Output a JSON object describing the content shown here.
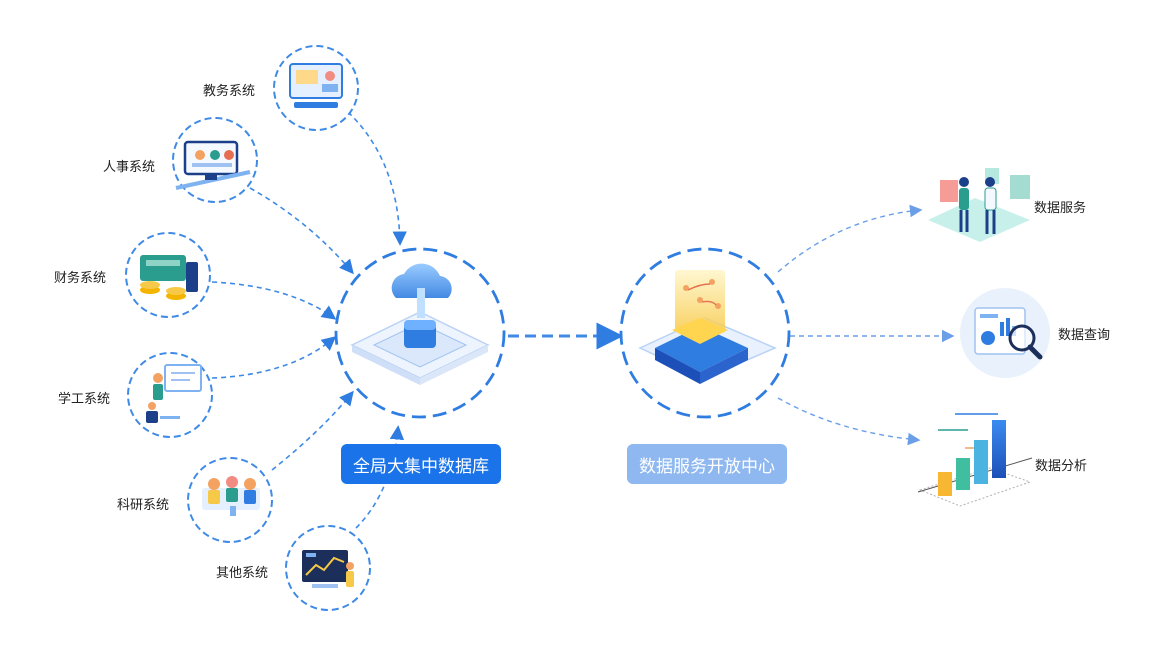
{
  "sources": [
    {
      "label": "教务系统",
      "icon": "classroom-screen-icon"
    },
    {
      "label": "人事系统",
      "icon": "personnel-monitor-icon"
    },
    {
      "label": "财务系统",
      "icon": "finance-coins-icon"
    },
    {
      "label": "学工系统",
      "icon": "student-affairs-board-icon"
    },
    {
      "label": "科研系统",
      "icon": "research-lab-icon"
    },
    {
      "label": "其他系统",
      "icon": "dashboard-presenter-icon"
    }
  ],
  "hub": {
    "label": "全局大集中数据库",
    "icon": "cloud-database-icon",
    "color": "#1a73e8"
  },
  "center": {
    "label": "数据服务开放中心",
    "icon": "data-service-cube-icon",
    "color": "#8fb8f0"
  },
  "outputs": [
    {
      "label": "数据服务",
      "icon": "data-service-people-icon"
    },
    {
      "label": "数据查询",
      "icon": "data-query-magnifier-icon"
    },
    {
      "label": "数据分析",
      "icon": "data-analysis-bars-icon"
    }
  ],
  "colors": {
    "accent": "#2f7de1",
    "line": "#3f8ae6",
    "pale_ring": "#9fc2f2"
  }
}
